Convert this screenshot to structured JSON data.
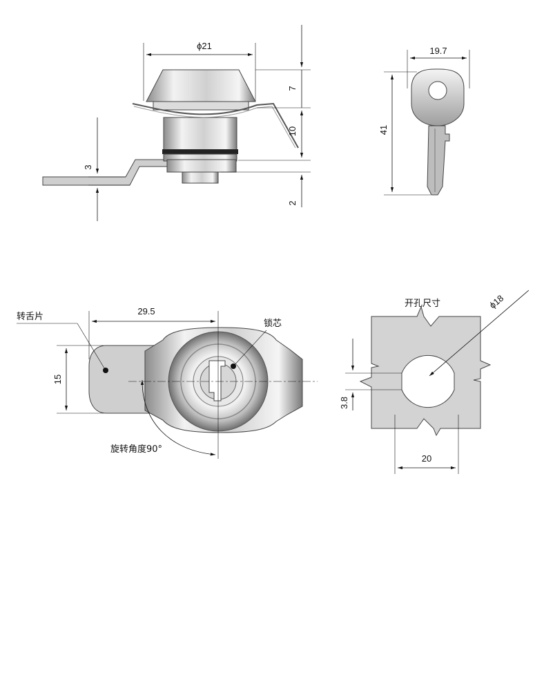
{
  "views": {
    "side": {
      "dia_label": "ϕ21",
      "dim_7": "7",
      "dim_10": "10",
      "dim_3": "3",
      "dim_2": "2"
    },
    "key": {
      "width_label": "19.7",
      "height_label": "41"
    },
    "front": {
      "cam_label": "转舌片",
      "length_label": "29.5",
      "height_label": "15",
      "core_label": "锁芯",
      "rotation_label": "旋转角度90°"
    },
    "cutout": {
      "title": "开孔尺寸",
      "dia_label": "ϕ18",
      "flat_label": "3.8",
      "width_label": "20"
    }
  },
  "colors": {
    "metal_light": "#e6e6e6",
    "metal_mid": "#bdbdbd",
    "metal_dark": "#6e6e6e",
    "plate": "#d6d6d6",
    "line": "#111111"
  }
}
